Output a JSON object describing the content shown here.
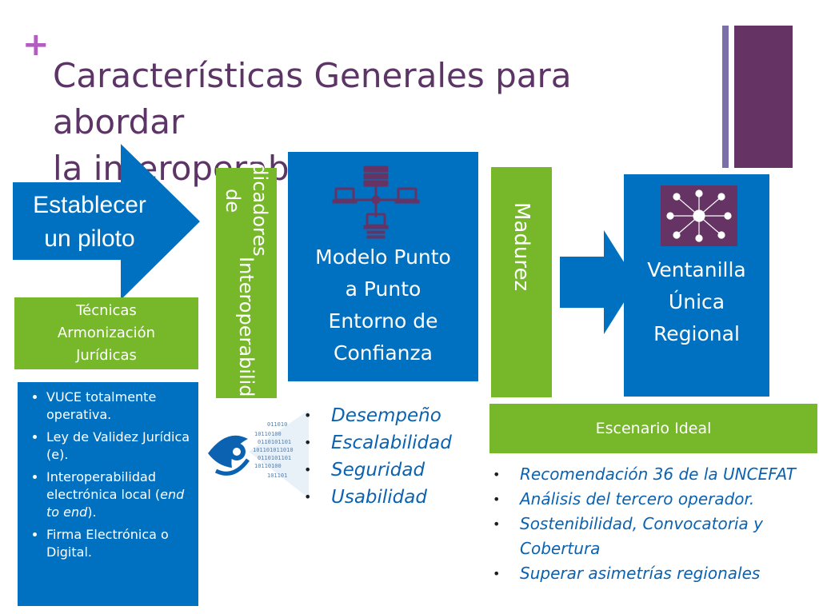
{
  "slide": {
    "plus": "+",
    "title_line1": "Características Generales para abordar",
    "title_line2": "la interoperabilidad:"
  },
  "pilot": {
    "arrow_text_line1": "Establecer",
    "arrow_text_line2": "un piloto"
  },
  "techniques": {
    "line1": "Técnicas",
    "line2": "Armonización",
    "line3": "Jurídicas"
  },
  "requirements": {
    "item1": "VUCE totalmente operativa.",
    "item2": "Ley  de Validez Jurídica (e).",
    "item3_pre": "Interoperabilidad electrónica local (",
    "item3_em": "end to end",
    "item3_post": ").",
    "item4": "Firma Electrónica o Digital."
  },
  "indicators": {
    "line1": "Indicadores de",
    "line2": "Interoperabilidad"
  },
  "model": {
    "line1": "Modelo Punto",
    "line2": "a Punto",
    "line3": "Entorno de",
    "line4": "Confianza"
  },
  "metrics": [
    "Desempeño",
    "Escalabilidad",
    "Seguridad",
    "Usabilidad"
  ],
  "maturity": {
    "label": "Madurez"
  },
  "single_window": {
    "line1": "Ventanilla",
    "line2": "Única",
    "line3": "Regional"
  },
  "ideal": {
    "label": "Escenario Ideal",
    "items": [
      "Recomendación 36 de la UNCEFAT",
      "Análisis del tercero operador.",
      "Sostenibilidad, Convocatoria y Cobertura",
      "Superar asimetrías regionales"
    ]
  },
  "colors": {
    "blue": "#0070c0",
    "green": "#76b82a",
    "purple": "#663464",
    "title": "#5c3566"
  },
  "icons": [
    "server-network-icon",
    "network-people-icon",
    "eye-data-icon"
  ]
}
